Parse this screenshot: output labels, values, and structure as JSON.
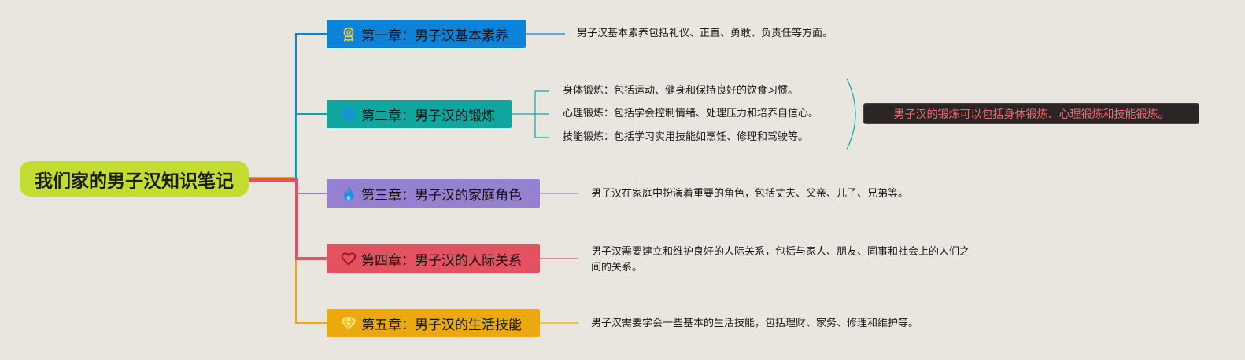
{
  "root": {
    "title": "我们家的男子汉知识笔记"
  },
  "chapters": [
    {
      "label": "第一章：男子汉基本素养",
      "color": "#0c83d6",
      "icon": "award-ribbon-icon",
      "notes": [
        "男子汉基本素养包括礼仪、正直、勇敢、负责任等方面。"
      ]
    },
    {
      "label": "第二章：男子汉的锻炼",
      "color": "#0fa6a0",
      "icon": "gear-icon",
      "notes": [
        "身体锻炼：包括运动、健身和保持良好的饮食习惯。",
        "心理锻炼：包括学会控制情绪、处理压力和培养自信心。",
        "技能锻炼：包括学习实用技能如烹饪、修理和驾驶等。"
      ]
    },
    {
      "label": "第三章：男子汉的家庭角色",
      "color": "#9680d0",
      "icon": "flame-icon",
      "notes": [
        "男子汉在家庭中扮演着重要的角色，包括丈夫、父亲、儿子、兄弟等。"
      ]
    },
    {
      "label": "第四章：男子汉的人际关系",
      "color": "#e35260",
      "icon": "heart-icon",
      "notes": [
        "男子汉需要建立和维护良好的人际关系，包括与家人、朋友、同事和社会上的人们之间的关系。"
      ]
    },
    {
      "label": "第五章：男子汉的生活技能",
      "color": "#eaa90c",
      "icon": "diamond-icon",
      "notes": [
        "男子汉需要学会一些基本的生活技能，包括理财、家务、修理和维护等。"
      ]
    }
  ],
  "summary": {
    "text": "男子汉的锻炼可以包括身体锻炼、心理锻炼和技能锻炼。"
  },
  "colors": {
    "background": "#e9e6df",
    "root": "#c2dd2f",
    "summary_text": "#f06b73"
  }
}
